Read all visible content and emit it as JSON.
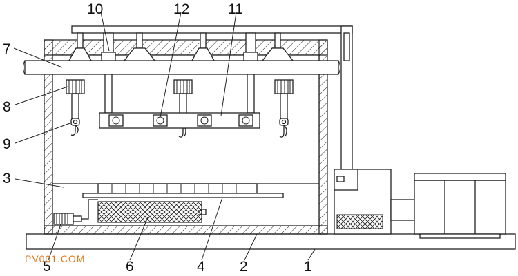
{
  "labels": {
    "l1": "1",
    "l2": "2",
    "l3": "3",
    "l4": "4",
    "l5": "5",
    "l6": "6",
    "l7": "7",
    "l8": "8",
    "l9": "9",
    "l10": "10",
    "l11": "11",
    "l12": "12"
  },
  "watermark": "PV001.COM",
  "colors": {
    "line": "#222222",
    "watermark": "#e07a20"
  }
}
